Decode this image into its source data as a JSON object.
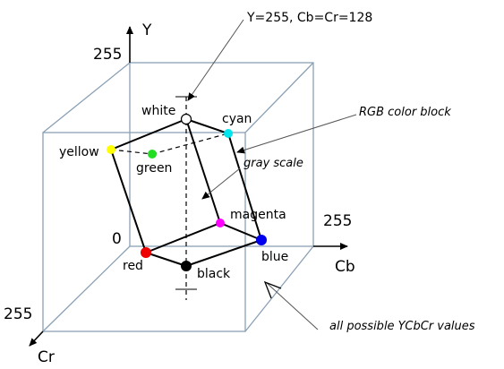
{
  "axes": {
    "y": {
      "label": "Y",
      "max_label": "255"
    },
    "cb": {
      "label": "Cb",
      "max_label": "255"
    },
    "cr": {
      "label": "Cr",
      "max_label": "255"
    },
    "origin_label": "0"
  },
  "annotations": {
    "top": "Y=255, Cb=Cr=128",
    "rgb_block": "RGB color block",
    "gray_scale": "gray scale",
    "all_values": "all possible YCbCr values"
  },
  "vertices": [
    {
      "name": "white",
      "label": "white",
      "color": "#ffffff"
    },
    {
      "name": "cyan",
      "label": "cyan",
      "color": "#00e5ee"
    },
    {
      "name": "yellow",
      "label": "yellow",
      "color": "#ffff00"
    },
    {
      "name": "green",
      "label": "green",
      "color": "#22dd22"
    },
    {
      "name": "magenta",
      "label": "magenta",
      "color": "#ff00ff"
    },
    {
      "name": "red",
      "label": "red",
      "color": "#ee0000"
    },
    {
      "name": "blue",
      "label": "blue",
      "color": "#0000ee"
    },
    {
      "name": "black",
      "label": "black",
      "color": "#000000"
    }
  ]
}
